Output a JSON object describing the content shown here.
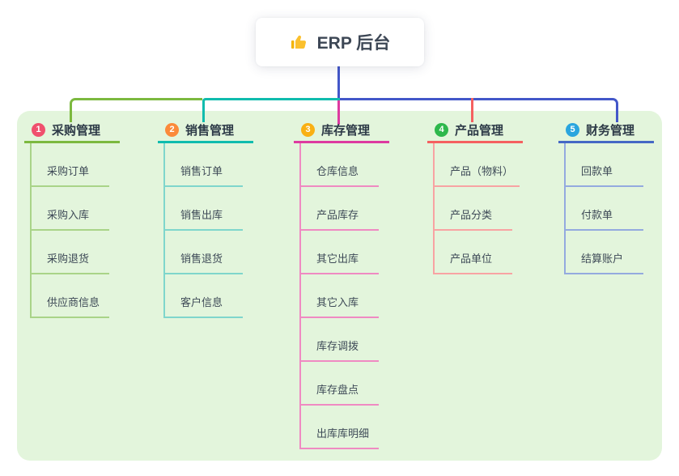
{
  "root": {
    "label": "ERP 后台",
    "icon": "thumbs-up-icon"
  },
  "connector_color": "#4357c9",
  "panel_color": "#e3f5dc",
  "branches": [
    {
      "badge": "1",
      "title": "采购管理",
      "color": "#7cb93f",
      "light_color": "#a9d488",
      "badge_color": "#f0506e",
      "items": [
        "采购订单",
        "采购入库",
        "采购退货",
        "供应商信息"
      ]
    },
    {
      "badge": "2",
      "title": "销售管理",
      "color": "#10bcae",
      "light_color": "#7fd6cc",
      "badge_color": "#fb8a3a",
      "items": [
        "销售订单",
        "销售出库",
        "销售退货",
        "客户信息"
      ]
    },
    {
      "badge": "3",
      "title": "库存管理",
      "color": "#dd3aa0",
      "light_color": "#ef8ac2",
      "badge_color": "#f9b013",
      "items": [
        "仓库信息",
        "产品库存",
        "其它出库",
        "其它入库",
        "库存调拨",
        "库存盘点",
        "出库库明细"
      ]
    },
    {
      "badge": "4",
      "title": "产品管理",
      "color": "#f56060",
      "light_color": "#f8a3a3",
      "badge_color": "#2eb84c",
      "items": [
        "产品（物料）",
        "产品分类",
        "产品单位"
      ]
    },
    {
      "badge": "5",
      "title": "财务管理",
      "color": "#4568c5",
      "light_color": "#94aadf",
      "badge_color": "#2aa5de",
      "items": [
        "回款单",
        "付款单",
        "结算账户"
      ]
    }
  ]
}
